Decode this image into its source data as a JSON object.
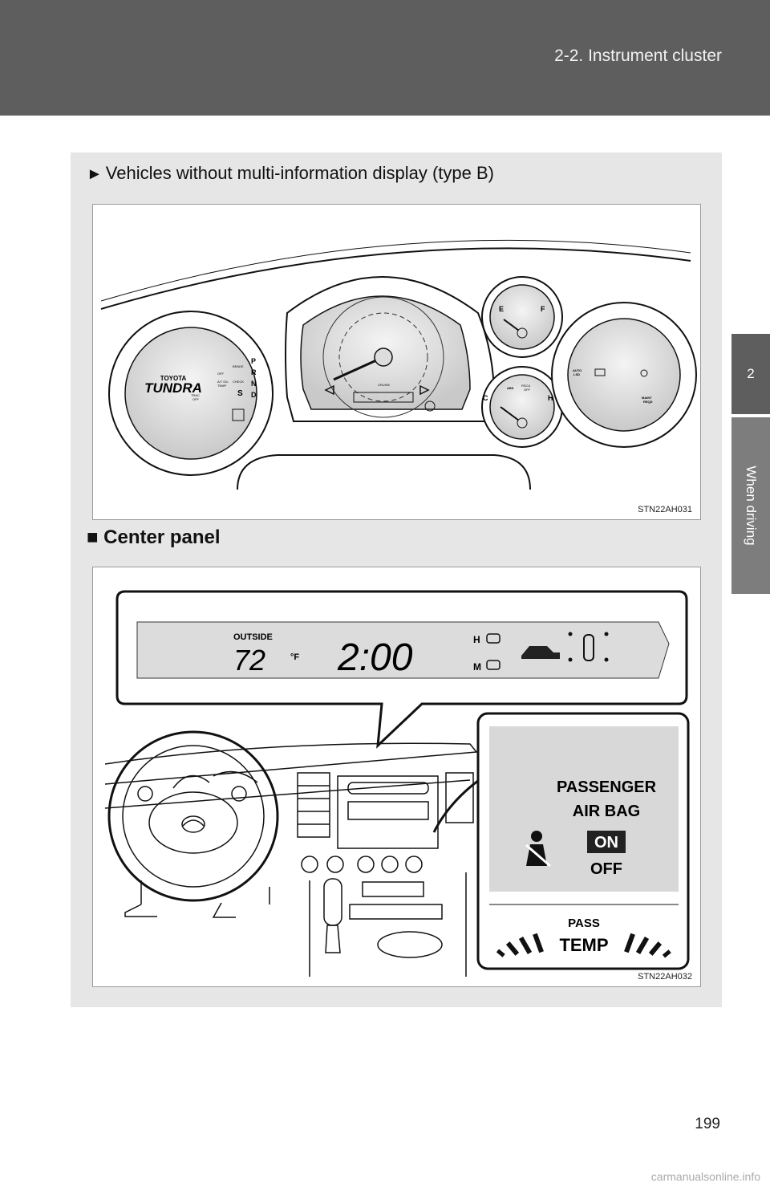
{
  "header": {
    "title": "2-2. Instrument cluster"
  },
  "side_tab": {
    "number": "2",
    "label": "When driving"
  },
  "subsection": {
    "marker": "►",
    "title": "Vehicles without multi-information display (type B)"
  },
  "figure1": {
    "code": "STN22AH031",
    "brand_small": "TOYOTA",
    "brand_large": "TUNDRA",
    "gear_letters": [
      "P",
      "R",
      "N",
      "D"
    ],
    "gear_s": "S",
    "label_off": "OFF",
    "label_brake": "BRAKE",
    "label_atoil_1": "A/T OIL",
    "label_atoil_2": "TEMP",
    "label_check": "CHECK",
    "label_trac_1": "TRAC",
    "label_trac_2": "OFF",
    "label_cruise": "CRUISE",
    "fuel_e": "E",
    "fuel_f": "F",
    "temp_c": "C",
    "temp_h": "H",
    "label_abs": "ABS",
    "label_rsca_1": "RSCA",
    "label_rsca_2": "OFF",
    "label_auto": "AUTO",
    "label_lsd": "LSD",
    "label_maint_1": "MAINT",
    "label_maint_2": "REQD"
  },
  "section": {
    "marker": "■",
    "title": "Center panel"
  },
  "figure2": {
    "code": "STN22AH032",
    "outside_label": "OUTSIDE",
    "temperature": "72",
    "temp_unit": "°F",
    "clock": "2:00",
    "label_h": "H",
    "label_m": "M",
    "passenger_1": "PASSENGER",
    "passenger_2": "AIR BAG",
    "airbag_on": "ON",
    "airbag_off": "OFF",
    "pass_label": "PASS",
    "temp_label": "TEMP"
  },
  "page_number": "199",
  "watermark": "carmanualsonline.info"
}
